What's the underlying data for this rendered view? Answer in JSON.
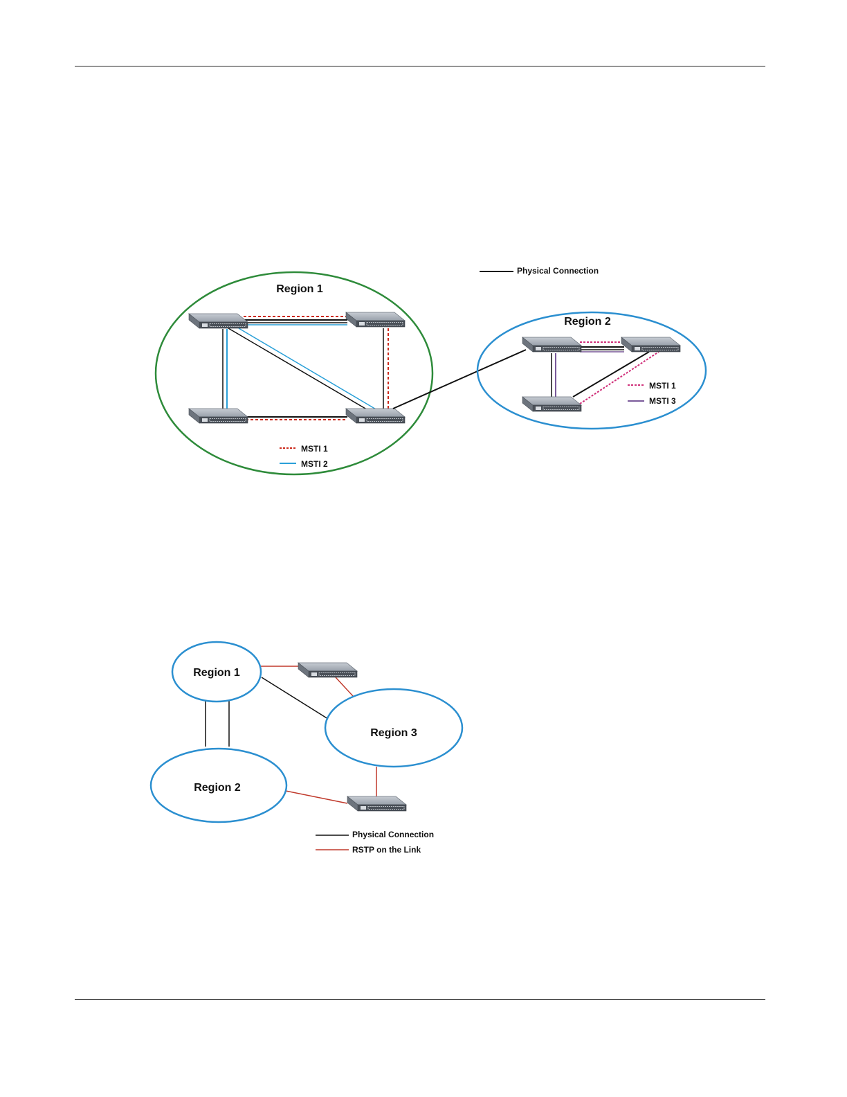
{
  "figure1": {
    "region1_label": "Region 1",
    "region2_label": "Region 2",
    "legend_physical": "Physical Connection",
    "region1_legend_msti1": "MSTI 1",
    "region1_legend_msti2": "MSTI 2",
    "region2_legend_msti1": "MSTI 1",
    "region2_legend_msti3": "MSTI 3"
  },
  "figure2": {
    "region1_label": "Region 1",
    "region2_label": "Region 2",
    "region3_label": "Region 3",
    "legend_physical": "Physical Connection",
    "legend_rstp": "RSTP on the Link"
  },
  "colors": {
    "region1_outline": "#2e8b3a",
    "region2_outline": "#2b8fd0",
    "physical": "#111111",
    "msti1_red": "#cc2a1c",
    "msti2_blue": "#2aa0d8",
    "msti1_pink": "#d0307a",
    "msti3_purple": "#7a5a9a",
    "rstp": "#c0392b"
  }
}
